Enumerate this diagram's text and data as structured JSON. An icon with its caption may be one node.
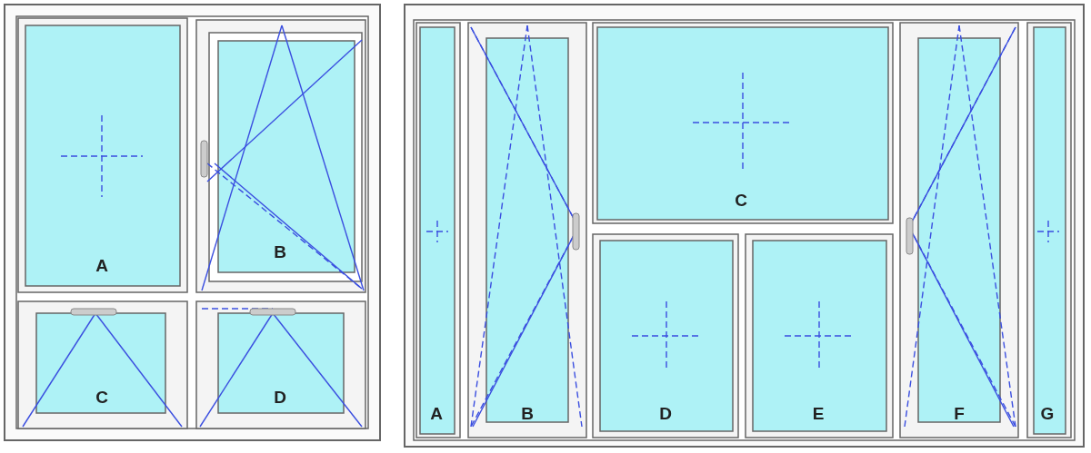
{
  "diagram": {
    "labels": [
      "A",
      "B",
      "C",
      "D",
      "A",
      "B",
      "C",
      "D",
      "E",
      "F",
      "G"
    ]
  }
}
